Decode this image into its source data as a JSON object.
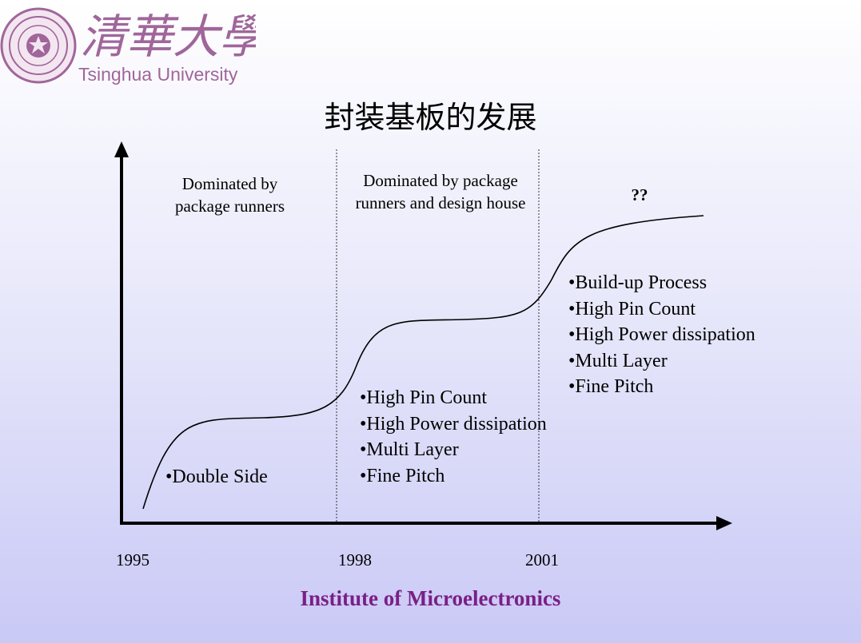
{
  "header": {
    "logo_chinese": "清華大學",
    "logo_english": "Tsinghua University",
    "logo_color": "#a0669a"
  },
  "title": "封装基板的发展",
  "phases": [
    {
      "label": "Dominated by package runners"
    },
    {
      "label": "Dominated by package runners and design house"
    },
    {
      "label": "??"
    }
  ],
  "bullet_groups": [
    {
      "items": [
        "•Double Side"
      ]
    },
    {
      "items": [
        "•High Pin Count",
        "•High Power dissipation",
        "•Multi Layer",
        "•Fine Pitch"
      ]
    },
    {
      "items": [
        "•Build-up Process",
        "•High Pin Count",
        "•High Power dissipation",
        "•Multi Layer",
        "•Fine Pitch"
      ]
    }
  ],
  "x_axis": {
    "ticks": [
      "1995",
      "1998",
      "2001"
    ]
  },
  "footer": "Institute of Microelectronics",
  "colors": {
    "footer": "#7a1f86",
    "axis": "#000000"
  }
}
